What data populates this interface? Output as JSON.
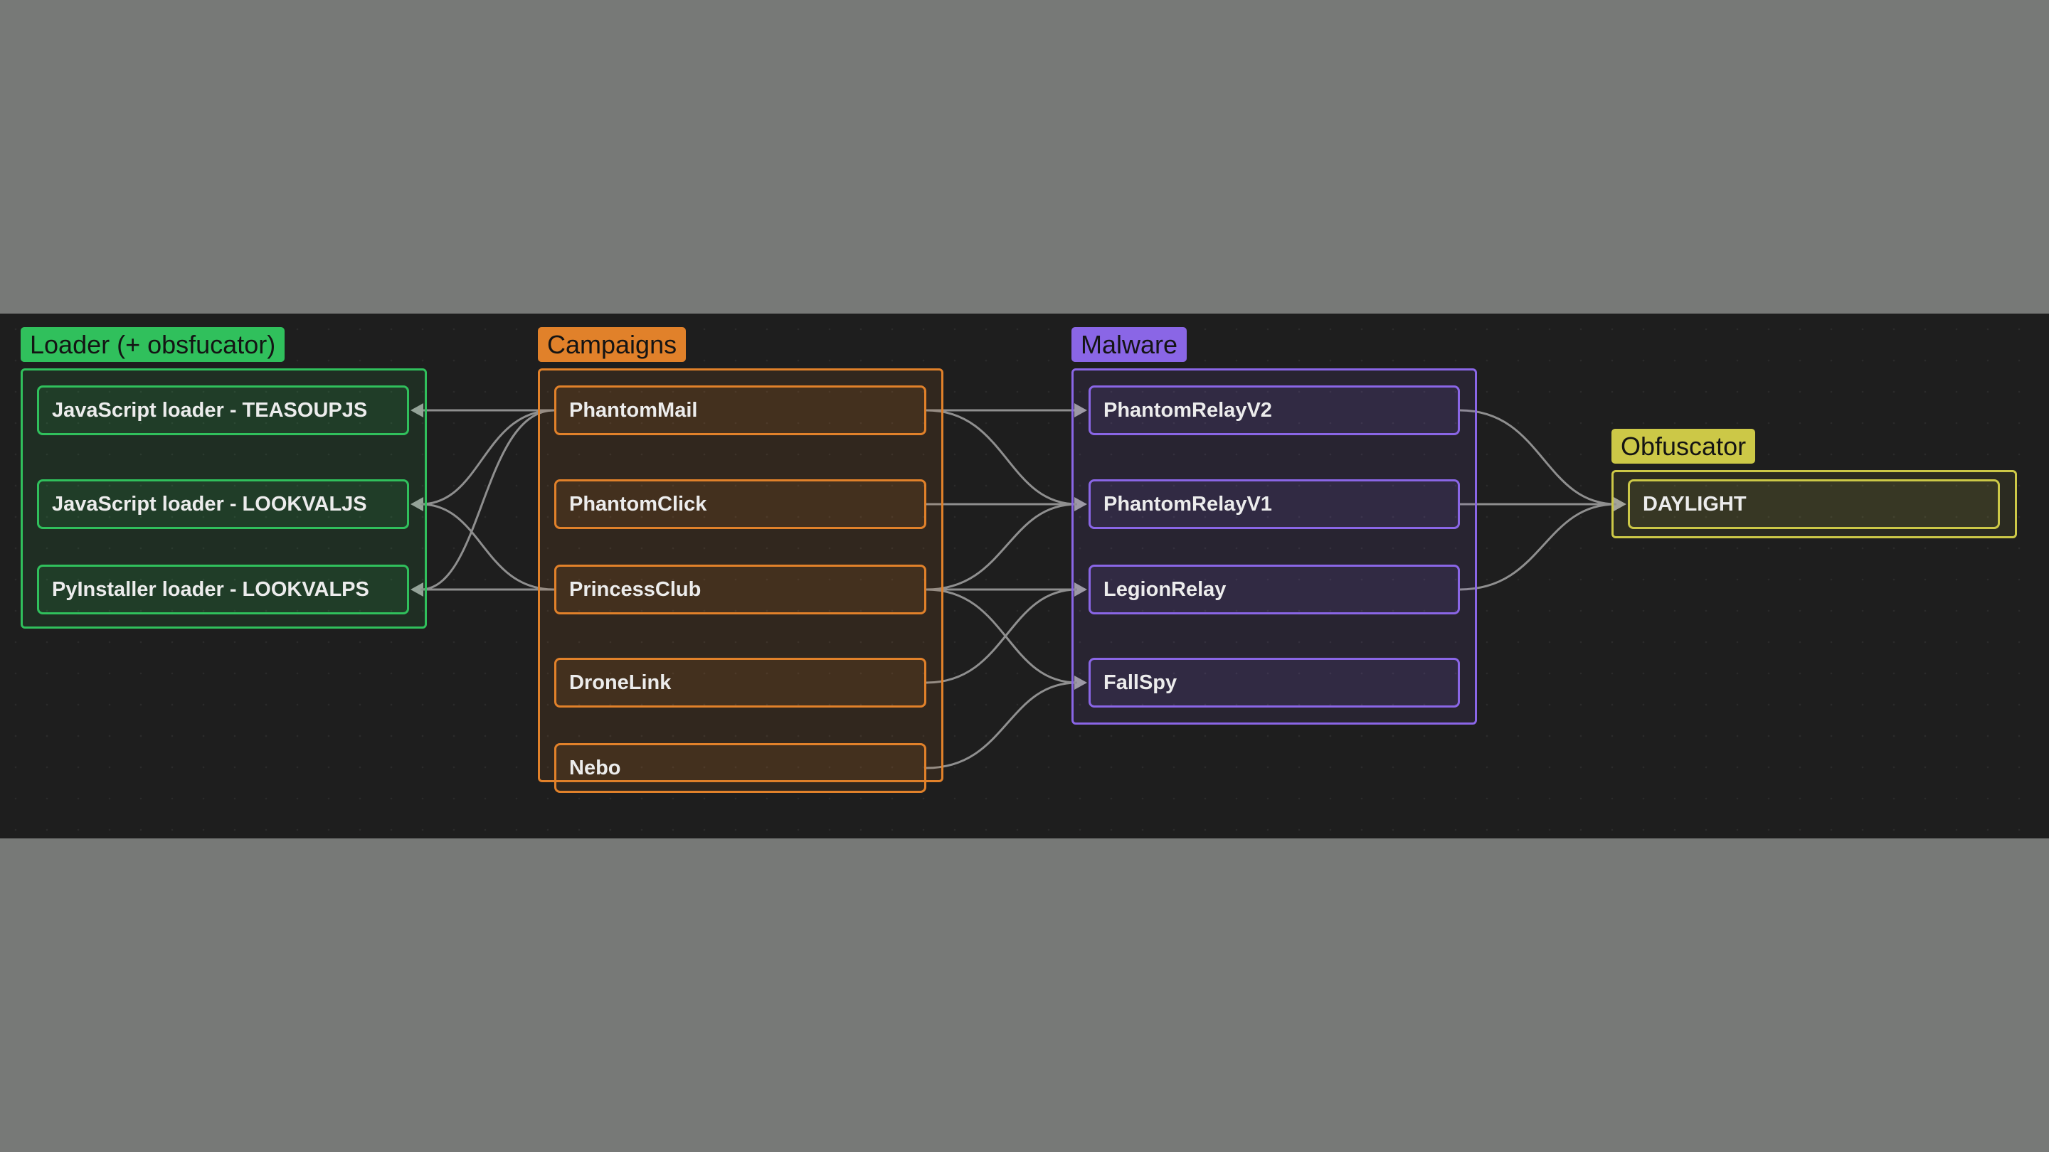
{
  "groups": {
    "loader": {
      "label": "Loader (+ obsfucator)",
      "color": "#30c05c",
      "tint": "rgba(48,192,92,0.10)"
    },
    "campaigns": {
      "label": "Campaigns",
      "color": "#e1812a",
      "tint": "rgba(225,129,42,0.10)"
    },
    "malware": {
      "label": "Malware",
      "color": "#8a66e6",
      "tint": "rgba(138,102,230,0.10)"
    },
    "obfuscator": {
      "label": "Obfuscator",
      "color": "#ccc847",
      "tint": "rgba(204,200,71,0.08)"
    }
  },
  "nodes": {
    "loader_teasoupjs": "JavaScript loader - TEASOUPJS",
    "loader_lookvaljs": "JavaScript loader - LOOKVALJS",
    "loader_lookvalps": "PyInstaller loader - LOOKVALPS",
    "phantommail": "PhantomMail",
    "phantomclick": "PhantomClick",
    "princessclub": "PrincessClub",
    "dronelink": "DroneLink",
    "nebo": "Nebo",
    "phantomrelayv2": "PhantomRelayV2",
    "phantomrelayv1": "PhantomRelayV1",
    "legionrelay": "LegionRelay",
    "fallspy": "FallSpy",
    "daylight": "DAYLIGHT"
  },
  "edges": [
    {
      "from": "phantommail",
      "to": "loader_teasoupjs"
    },
    {
      "from": "phantommail",
      "to": "loader_lookvaljs"
    },
    {
      "from": "phantommail",
      "to": "loader_lookvalps"
    },
    {
      "from": "princessclub",
      "to": "loader_lookvaljs"
    },
    {
      "from": "princessclub",
      "to": "loader_lookvalps"
    },
    {
      "from": "phantommail",
      "to": "phantomrelayv2"
    },
    {
      "from": "phantommail",
      "to": "phantomrelayv1"
    },
    {
      "from": "phantomclick",
      "to": "phantomrelayv1"
    },
    {
      "from": "princessclub",
      "to": "phantomrelayv1"
    },
    {
      "from": "princessclub",
      "to": "legionrelay"
    },
    {
      "from": "princessclub",
      "to": "fallspy"
    },
    {
      "from": "dronelink",
      "to": "legionrelay"
    },
    {
      "from": "nebo",
      "to": "fallspy"
    },
    {
      "from": "phantomrelayv2",
      "to": "daylight"
    },
    {
      "from": "phantomrelayv1",
      "to": "daylight"
    },
    {
      "from": "legionrelay",
      "to": "daylight"
    }
  ]
}
